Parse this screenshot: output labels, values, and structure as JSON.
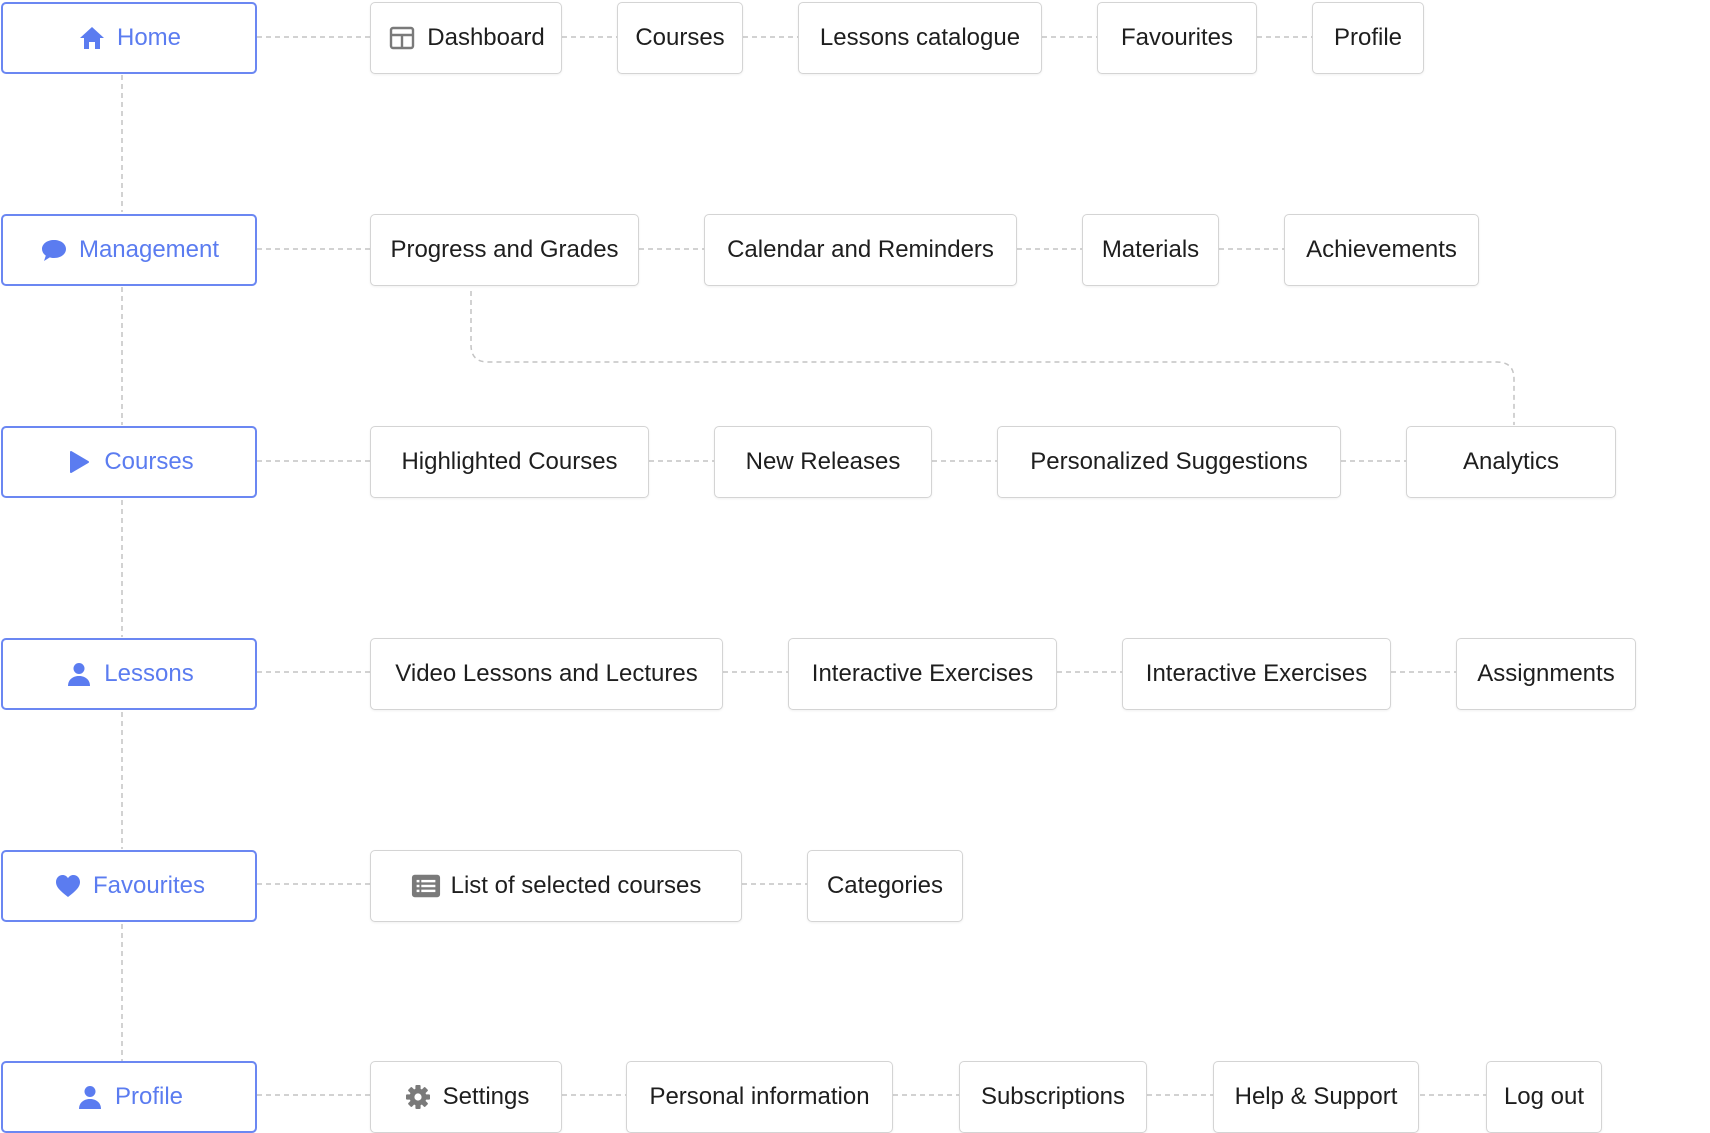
{
  "colors": {
    "category": "#5b7cf0",
    "category_border": "#6b87f2",
    "item_border": "#d4d4d4",
    "item_text": "#1e1e1e",
    "icon_gray": "#7a7a7a",
    "connector": "#c4c4c4"
  },
  "rows": [
    {
      "category": {
        "label": "Home",
        "icon": "home-icon"
      },
      "items": [
        {
          "label": "Dashboard",
          "icon": "dashboard-icon"
        },
        {
          "label": "Courses"
        },
        {
          "label": "Lessons catalogue"
        },
        {
          "label": "Favourites"
        },
        {
          "label": "Profile"
        }
      ]
    },
    {
      "category": {
        "label": "Management",
        "icon": "chat-bubble-icon"
      },
      "items": [
        {
          "label": "Progress and Grades"
        },
        {
          "label": "Calendar and Reminders"
        },
        {
          "label": "Materials"
        },
        {
          "label": "Achievements"
        }
      ]
    },
    {
      "category": {
        "label": "Courses",
        "icon": "play-icon"
      },
      "items": [
        {
          "label": "Highlighted Courses"
        },
        {
          "label": "New Releases"
        },
        {
          "label": "Personalized Suggestions"
        },
        {
          "label": "Analytics"
        }
      ]
    },
    {
      "category": {
        "label": "Lessons",
        "icon": "user-icon"
      },
      "items": [
        {
          "label": "Video Lessons and Lectures"
        },
        {
          "label": "Interactive Exercises"
        },
        {
          "label": "Interactive Exercises"
        },
        {
          "label": "Assignments"
        }
      ]
    },
    {
      "category": {
        "label": "Favourites",
        "icon": "heart-icon"
      },
      "items": [
        {
          "label": "List of selected courses",
          "icon": "list-icon"
        },
        {
          "label": "Categories"
        }
      ]
    },
    {
      "category": {
        "label": "Profile",
        "icon": "user-icon"
      },
      "items": [
        {
          "label": "Settings",
          "icon": "gear-icon"
        },
        {
          "label": "Personal information"
        },
        {
          "label": "Subscriptions"
        },
        {
          "label": "Help & Support"
        },
        {
          "label": "Log out"
        }
      ]
    }
  ],
  "links": [
    {
      "from": "Progress and Grades",
      "to": "Analytics"
    }
  ]
}
